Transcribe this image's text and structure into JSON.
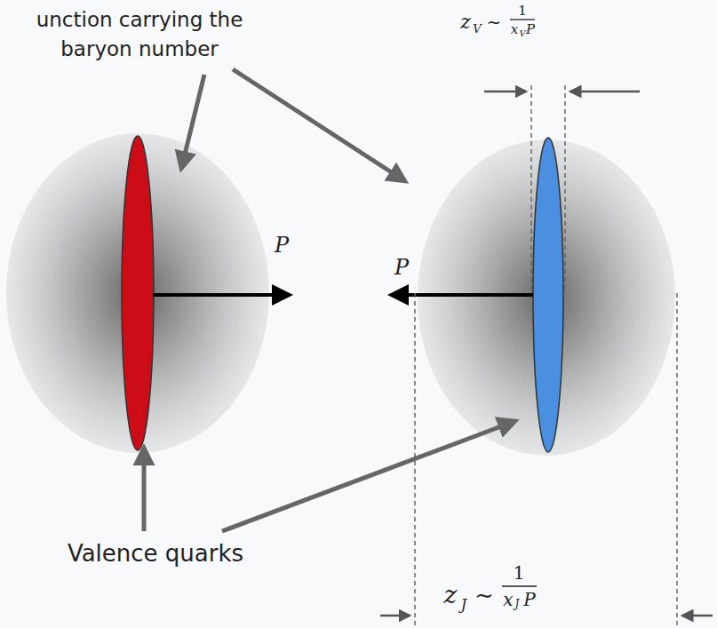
{
  "diagram": {
    "labels": [
      "unction carrying the baryon number",
      "z",
      "V",
      "∼",
      "1",
      "x",
      "V",
      "P",
      "P",
      "P",
      "Valence quarks",
      "z",
      "J",
      "∼",
      "1",
      "x",
      "J",
      "P"
    ]
  }
}
